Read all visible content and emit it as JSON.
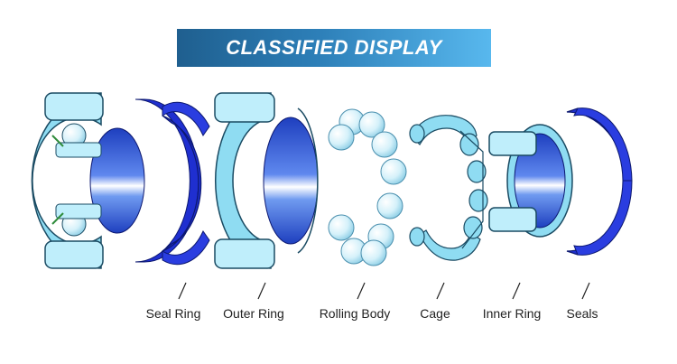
{
  "banner": {
    "title": "CLASSIFIED DISPLAY"
  },
  "parts": [
    {
      "id": "seal-ring",
      "label": "Seal Ring",
      "icon": "seal-ring-icon"
    },
    {
      "id": "outer-ring",
      "label": "Outer Ring",
      "icon": "outer-ring-icon"
    },
    {
      "id": "rolling-body",
      "label": "Rolling Body",
      "icon": "rolling-body-icon"
    },
    {
      "id": "cage",
      "label": "Cage",
      "icon": "cage-icon"
    },
    {
      "id": "inner-ring",
      "label": "Inner Ring",
      "icon": "inner-ring-icon"
    },
    {
      "id": "seals",
      "label": "Seals",
      "icon": "seals-icon"
    }
  ],
  "colors": {
    "banner_start": "#1f5f8f",
    "banner_end": "#58b8ee",
    "ring_light": "#8fdcf2",
    "seal_blue": "#1f2fd0",
    "bore_blue": "#2a5bd8",
    "ball": "#dff4fb"
  }
}
